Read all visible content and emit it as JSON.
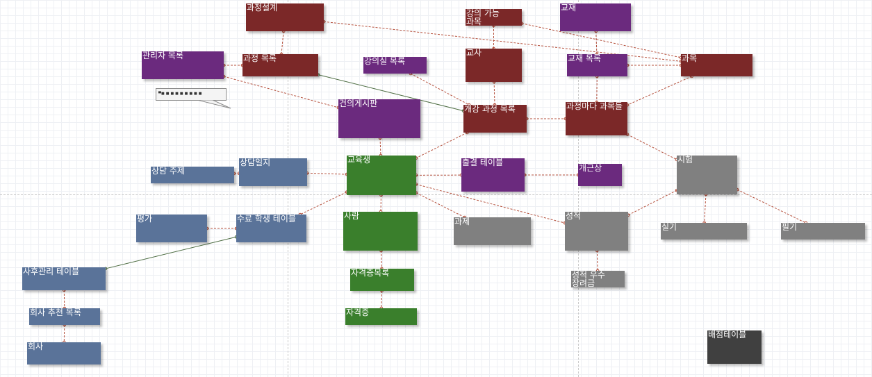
{
  "colors": {
    "maroon": "#7b2828",
    "purple": "#6b2a7e",
    "green": "#3a7f2c",
    "blue": "#5a7399",
    "gray": "#808080",
    "dark": "#404040",
    "relation_dashed": "#b5503c",
    "relation_solid": "#4f6e44"
  },
  "note": {
    "text": "▀■ ■ ■ ■ ■ ■ ■ ■ ■"
  },
  "entities": {
    "course_design": "과정설계",
    "available_subjects": "강의 가능\n과목",
    "textbook": "교재",
    "admin_list": "관리자 목록",
    "course_list": "과정 목록",
    "lecture_room_list": "강의실 목록",
    "teacher": "교사",
    "textbook_list": "교재 목록",
    "subject": "과목",
    "suggestion_board": "건의게시판",
    "open_course_list": "개강 과정 목록",
    "course_subjects": "과정마다 과목들",
    "consult_topic": "상담 주제",
    "consult_log": "상담일지",
    "student": "교육생",
    "attendance_table": "출결 테이블",
    "perfect_attendance": "개근상",
    "exam": "시험",
    "evaluation": "평가",
    "graduate_table": "수료 학생 테이블",
    "person": "사람",
    "assignment": "과제",
    "grade": "성적",
    "practical": "실기",
    "written": "필기",
    "aftercare_table": "사후관리 테이블",
    "certificate_list": "자격증목록",
    "top_grade_scholarship": "성적 우수\n장려금",
    "company_recommend_list": "회사 추천 목록",
    "certificate": "자격증",
    "company": "회사",
    "score_table": "배점테이블"
  },
  "relations": [
    [
      "course_design",
      "course_list"
    ],
    [
      "course_design",
      "subject"
    ],
    [
      "available_subjects",
      "teacher"
    ],
    [
      "available_subjects",
      "subject"
    ],
    [
      "textbook",
      "textbook_list"
    ],
    [
      "textbook_list",
      "subject"
    ],
    [
      "admin_list",
      "course_list"
    ],
    [
      "admin_list",
      "suggestion_board"
    ],
    [
      "lecture_room_list",
      "open_course_list"
    ],
    [
      "teacher",
      "open_course_list"
    ],
    [
      "textbook_list",
      "course_subjects"
    ],
    [
      "subject",
      "course_subjects"
    ],
    [
      "open_course_list",
      "course_subjects"
    ],
    [
      "suggestion_board",
      "student"
    ],
    [
      "open_course_list",
      "student"
    ],
    [
      "course_subjects",
      "exam"
    ],
    [
      "consult_topic",
      "consult_log"
    ],
    [
      "consult_log",
      "student"
    ],
    [
      "student",
      "attendance_table"
    ],
    [
      "attendance_table",
      "perfect_attendance"
    ],
    [
      "student",
      "graduate_table"
    ],
    [
      "student",
      "person"
    ],
    [
      "student",
      "assignment"
    ],
    [
      "student",
      "grade"
    ],
    [
      "exam",
      "grade"
    ],
    [
      "exam",
      "practical"
    ],
    [
      "exam",
      "written"
    ],
    [
      "evaluation",
      "graduate_table"
    ],
    [
      "person",
      "certificate_list"
    ],
    [
      "certificate_list",
      "certificate"
    ],
    [
      "grade",
      "top_grade_scholarship"
    ],
    [
      "aftercare_table",
      "company_recommend_list"
    ],
    [
      "company_recommend_list",
      "company"
    ]
  ],
  "solid_relations": [
    [
      "course_list",
      "open_course_list"
    ],
    [
      "graduate_table",
      "aftercare_table"
    ]
  ]
}
